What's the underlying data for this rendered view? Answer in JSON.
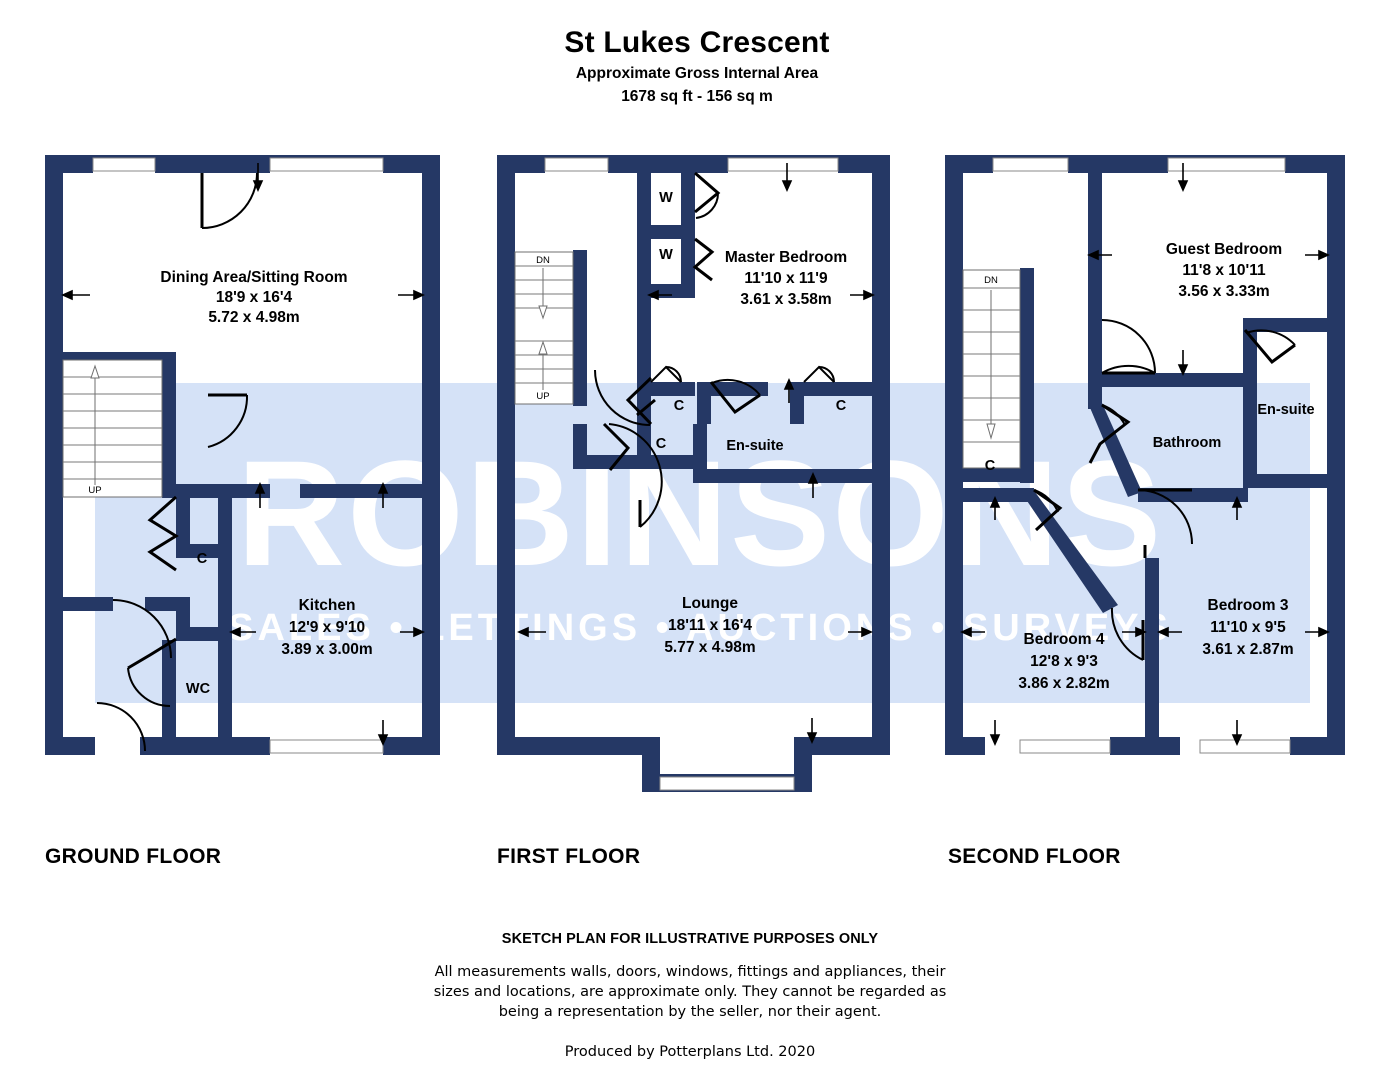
{
  "header": {
    "title": "St Lukes Crescent",
    "subtitle1": "Approximate Gross Internal Area",
    "subtitle2": "1678 sq ft - 156 sq m"
  },
  "colors": {
    "wall": "#253865",
    "wall_dark": "#1f3059",
    "watermark_band": "#d5e2f7",
    "watermark_text": "#ffffff",
    "text": "#000000",
    "window_fill": "#ffffff",
    "background": "#ffffff",
    "door_line": "#000000",
    "stair_line": "#7a7a7a"
  },
  "watermark": {
    "main": "ROBINSONS",
    "subtitle": "SALES • LETTINGS • AUCTIONS • SURVEYS"
  },
  "floors": [
    {
      "id": "ground",
      "label": "GROUND FLOOR",
      "rooms": [
        {
          "name": "Dining Area/Sitting Room",
          "dim_ft": "18'9 x 16'4",
          "dim_m": "5.72 x 4.98m"
        },
        {
          "name": "Kitchen",
          "dim_ft": "12'9 x 9'10",
          "dim_m": "3.89 x 3.00m"
        }
      ],
      "small_labels": [
        "C",
        "WC"
      ],
      "stairs": [
        {
          "direction": "UP"
        }
      ]
    },
    {
      "id": "first",
      "label": "FIRST FLOOR",
      "rooms": [
        {
          "name": "Master Bedroom",
          "dim_ft": "11'10 x 11'9",
          "dim_m": "3.61 x 3.58m"
        },
        {
          "name": "Lounge",
          "dim_ft": "18'11 x 16'4",
          "dim_m": "5.77 x 4.98m"
        }
      ],
      "small_labels": [
        "W",
        "W",
        "C",
        "C",
        "C",
        "En-suite"
      ],
      "stairs": [
        {
          "direction": "DN"
        },
        {
          "direction": "UP"
        }
      ]
    },
    {
      "id": "second",
      "label": "SECOND FLOOR",
      "rooms": [
        {
          "name": "Guest Bedroom",
          "dim_ft": "11'8 x 10'11",
          "dim_m": "3.56 x 3.33m"
        },
        {
          "name": "Bedroom 4",
          "dim_ft": "12'8 x 9'3",
          "dim_m": "3.86 x 2.82m"
        },
        {
          "name": "Bedroom 3",
          "dim_ft": "11'10 x 9'5",
          "dim_m": "3.61 x 2.87m"
        }
      ],
      "small_labels": [
        "En-suite",
        "Bathroom",
        "C"
      ],
      "stairs": [
        {
          "direction": "DN"
        }
      ]
    }
  ],
  "footer": {
    "heading": "SKETCH PLAN FOR ILLUSTRATIVE PURPOSES ONLY",
    "line1": "All measurements walls, doors, windows, fittings and appliances, their",
    "line2": "sizes and locations, are approximate only. They cannot be regarded as",
    "line3": "being a representation by the seller, nor their agent.",
    "produced": "Produced by Potterplans Ltd. 2020"
  },
  "labels": {
    "ground_dining_name": "Dining Area/Sitting Room",
    "ground_dining_ft": "18'9 x 16'4",
    "ground_dining_m": "5.72 x 4.98m",
    "ground_kitchen_name": "Kitchen",
    "ground_kitchen_ft": "12'9 x 9'10",
    "ground_kitchen_m": "3.89 x 3.00m",
    "ground_c": "C",
    "ground_wc": "WC",
    "ground_up": "UP",
    "first_master_name": "Master Bedroom",
    "first_master_ft": "11'10 x 11'9",
    "first_master_m": "3.61 x 3.58m",
    "first_lounge_name": "Lounge",
    "first_lounge_ft": "18'11 x 16'4",
    "first_lounge_m": "5.77 x 4.98m",
    "first_w1": "W",
    "first_w2": "W",
    "first_c1": "C",
    "first_c2": "C",
    "first_c3": "C",
    "first_ensuite": "En-suite",
    "first_dn": "DN",
    "first_up": "UP",
    "second_guest_name": "Guest Bedroom",
    "second_guest_ft": "11'8 x 10'11",
    "second_guest_m": "3.56 x 3.33m",
    "second_bed4_name": "Bedroom 4",
    "second_bed4_ft": "12'8 x 9'3",
    "second_bed4_m": "3.86 x 2.82m",
    "second_bed3_name": "Bedroom 3",
    "second_bed3_ft": "11'10 x 9'5",
    "second_bed3_m": "3.61 x 2.87m",
    "second_ensuite": "En-suite",
    "second_bathroom": "Bathroom",
    "second_c": "C",
    "second_dn": "DN"
  }
}
